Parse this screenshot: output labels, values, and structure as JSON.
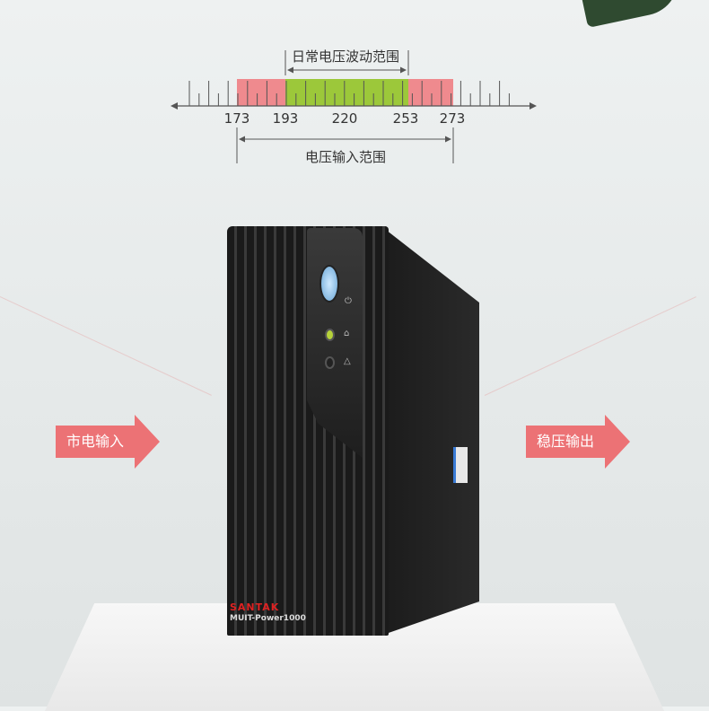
{
  "scale": {
    "top_label": "日常电压波动范围",
    "bottom_label": "电压输入范围",
    "ticks": [
      "173",
      "193",
      "220",
      "253",
      "273"
    ],
    "colors": {
      "tolerance": "#ef8a8e",
      "normal": "#9cc83a"
    }
  },
  "left_arrow": {
    "label": "市电输入",
    "color": "#ec7275"
  },
  "right_arrow": {
    "label": "稳压输出",
    "color": "#ec7275"
  },
  "product": {
    "brand": "SANTAK",
    "model": "MUIT-Power1000"
  }
}
